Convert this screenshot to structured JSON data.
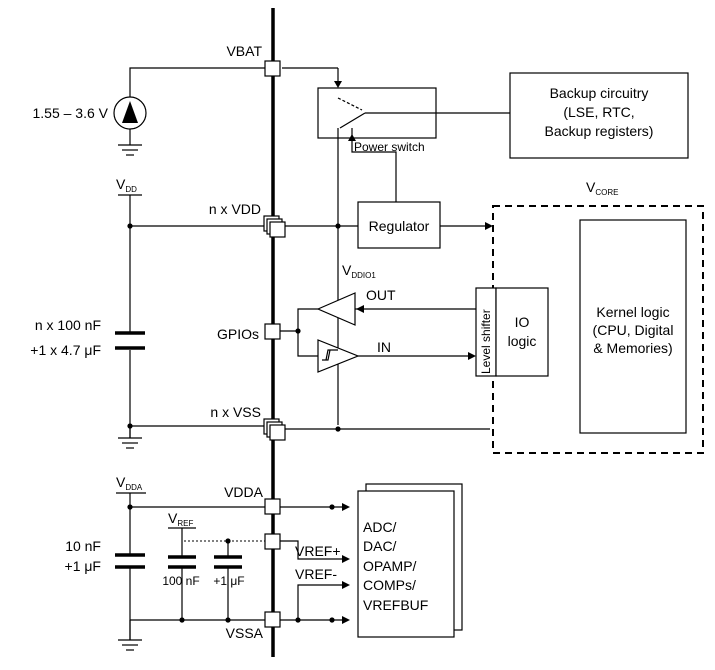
{
  "pins": {
    "vbat": "VBAT",
    "nvdd": "n x VDD",
    "gpios": "GPIOs",
    "nvss": "n x VSS",
    "vdda": "VDDA",
    "vssa": "VSSA"
  },
  "battery": {
    "range": "1.55 – 3.6 V"
  },
  "rails": {
    "vdd": {
      "main": "V",
      "sub": "DD"
    },
    "vdda": {
      "main": "V",
      "sub": "DDA"
    },
    "vref": {
      "main": "V",
      "sub": "REF"
    },
    "vddio1": {
      "main": "V",
      "sub": "DDIO1"
    },
    "vcore": {
      "main": "V",
      "sub": "CORE"
    }
  },
  "capacitors": {
    "vdd_line1": "n x 100 nF",
    "vdd_line2": "+1 x 4.7 μF",
    "vdda_line1": "10 nF",
    "vdda_line2": "+1 μF",
    "vref_a": "100 nF",
    "vref_b": "+1 μF"
  },
  "blocks": {
    "backup": [
      "Backup circuitry",
      "(LSE, RTC,",
      "Backup registers)"
    ],
    "power_switch": "Power switch",
    "regulator": "Regulator",
    "level_shifter": "Level shifter",
    "io_logic": [
      "IO",
      "logic"
    ],
    "kernel": [
      "Kernel logic",
      "(CPU, Digital",
      "& Memories)"
    ],
    "analog": [
      "ADC/",
      "DAC/",
      "OPAMP/",
      "COMPs/",
      "VREFBUF"
    ]
  },
  "signals": {
    "out": "OUT",
    "in": "IN",
    "vref_plus": "VREF+",
    "vref_minus": "VREF-"
  }
}
